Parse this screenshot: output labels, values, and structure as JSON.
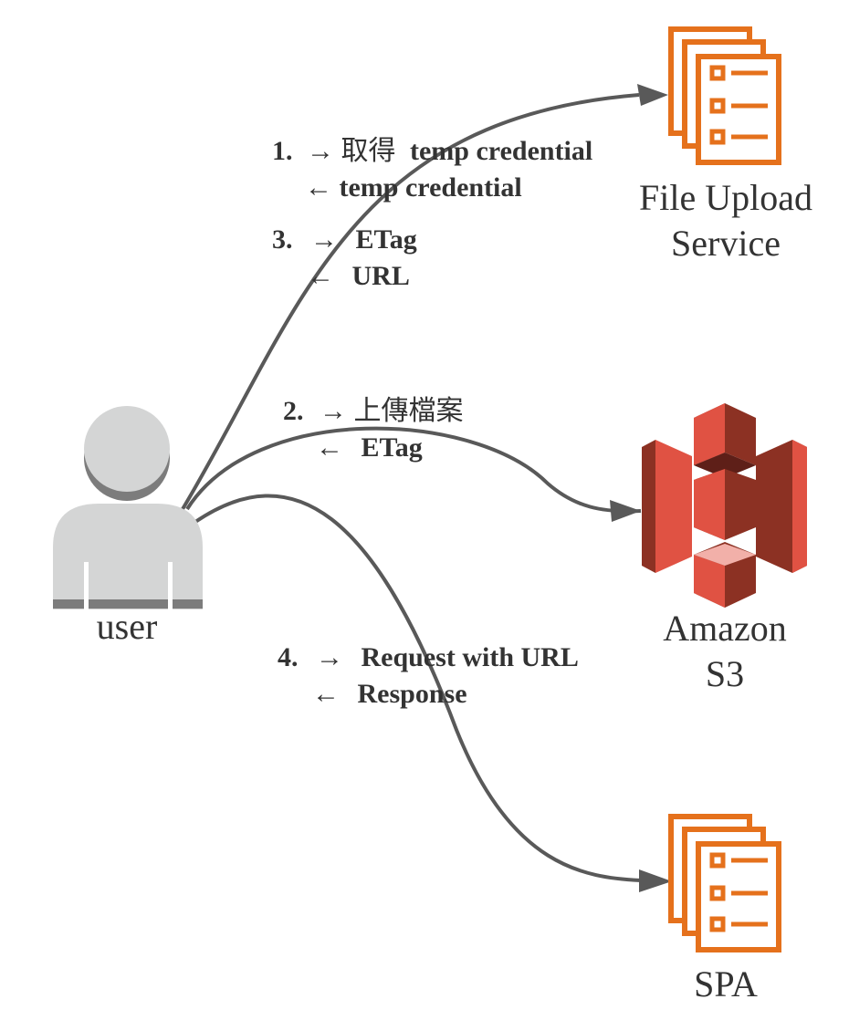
{
  "colors": {
    "connector": "#595959",
    "service_icon": "#e5711c",
    "s3_dark": "#8c3123",
    "s3_mid": "#e05243",
    "s3_light": "#f2b0a9",
    "user_body": "#d4d5d5",
    "user_shadow": "#7c7c7c",
    "text": "#333333"
  },
  "nodes": {
    "user": {
      "label": "user",
      "icon": "user-icon"
    },
    "file_upload_service": {
      "label_line1": "File Upload",
      "label_line2": "Service",
      "icon": "document-stack-icon"
    },
    "amazon_s3": {
      "label_line1": "Amazon",
      "label_line2": "S3",
      "icon": "amazon-s3-icon"
    },
    "spa": {
      "label": "SPA",
      "icon": "document-stack-icon"
    }
  },
  "steps": {
    "step1": {
      "line1": {
        "number": "1.",
        "arrow": "→",
        "cjk": "取得",
        "text": "temp credential"
      },
      "line2": {
        "arrow": "←",
        "text": "temp credential"
      }
    },
    "step2": {
      "line1": {
        "number": "2.",
        "arrow": "→",
        "cjk": "上傳檔案"
      },
      "line2": {
        "arrow": "←",
        "text": "ETag"
      }
    },
    "step3": {
      "line1": {
        "number": "3.",
        "arrow": "→",
        "text": "ETag"
      },
      "line2": {
        "arrow": "←",
        "text": "URL"
      }
    },
    "step4": {
      "line1": {
        "number": "4.",
        "arrow": "→",
        "text": "Request with URL"
      },
      "line2": {
        "arrow": "←",
        "text": "Response"
      }
    }
  }
}
